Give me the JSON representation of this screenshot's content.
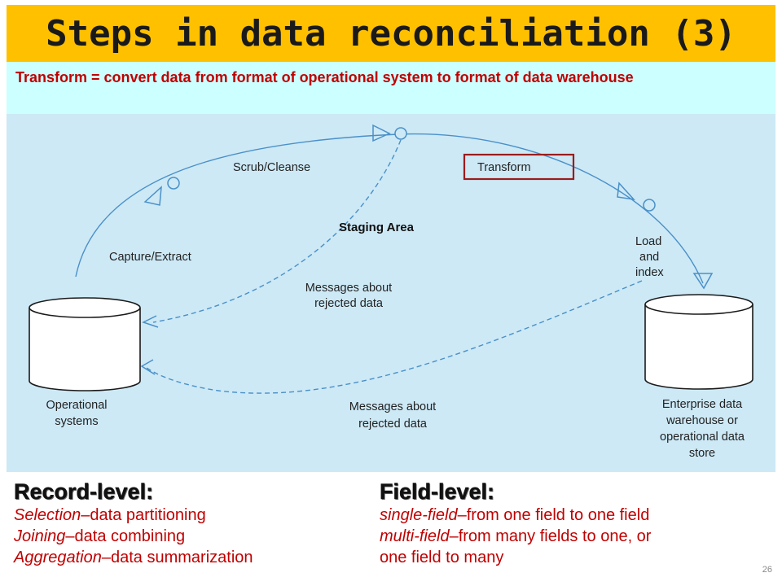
{
  "slide": {
    "title": "Steps in data reconciliation (3)",
    "subtitle": "Transform = convert data from format of operational system to format of data warehouse",
    "page_number": "26"
  },
  "diagram": {
    "labels": {
      "scrub_cleanse": "Scrub/Cleanse",
      "transform": "Transform",
      "staging_area": "Staging Area",
      "capture_extract": "Capture/Extract",
      "load_index": [
        "Load",
        "and",
        "index"
      ],
      "messages_inner": [
        "Messages about",
        "rejected data"
      ],
      "messages_outer": [
        "Messages about",
        "rejected data"
      ],
      "operational_systems": [
        "Operational",
        "systems"
      ],
      "enterprise_dw": [
        "Enterprise data",
        "warehouse or",
        "operational data",
        "store"
      ]
    },
    "highlight_color": "#9b1c1c"
  },
  "record_level": {
    "heading": "Record-level:",
    "lines": [
      {
        "term": "Selection",
        "desc": "–data partitioning"
      },
      {
        "term": "Joining",
        "desc": "–data combining"
      },
      {
        "term": "Aggregation",
        "desc": "–data summarization"
      }
    ]
  },
  "field_level": {
    "heading": "Field-level:",
    "lines": [
      {
        "term": "single-field",
        "desc": "–from one field to one field"
      },
      {
        "term": "multi-field",
        "desc": "–from many fields to one, or"
      },
      {
        "term": "",
        "desc": "one field to many"
      }
    ]
  },
  "colors": {
    "title_bg": "#ffc000",
    "subtitle_bg": "#ccffff",
    "diagram_bg": "#cde9f6",
    "accent_text": "#c00000",
    "flow_line": "#4a90c8"
  }
}
